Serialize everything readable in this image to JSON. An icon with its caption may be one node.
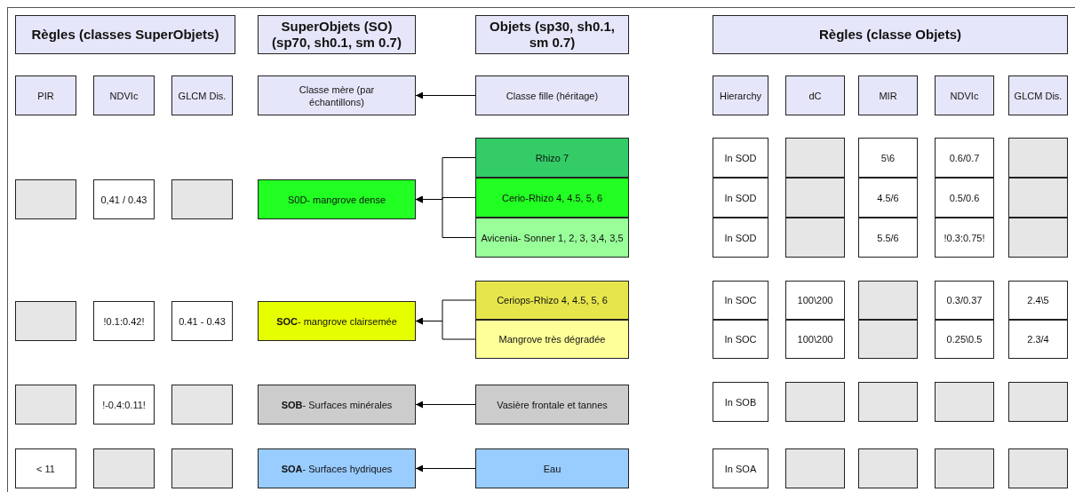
{
  "diagram": {
    "nodes": [
      {
        "text": [
          "Règles (classes SuperObjets)"
        ]
      },
      {
        "text": [
          "SuperObjets (SO) (sp70, sh0.1, sm 0.7)"
        ]
      },
      {
        "text": [
          "Objets (sp30, sh0.1, sm 0.7)"
        ]
      },
      {
        "text": [
          "Règles (classe Objets)"
        ]
      },
      {
        "text": [
          "PIR"
        ]
      },
      {
        "text": [
          "NDVIc"
        ]
      },
      {
        "text": [
          "GLCM Dis."
        ]
      },
      {
        "text": [
          "Classe mère (par échantillons)"
        ]
      },
      {
        "text": [
          "Classe fille (héritage)"
        ]
      },
      {
        "text": [
          "Hierarchy"
        ]
      },
      {
        "text": [
          "dC"
        ]
      },
      {
        "text": [
          "MIR"
        ]
      },
      {
        "text": [
          "NDVIc"
        ]
      },
      {
        "text": [
          "GLCM Dis."
        ]
      },
      {
        "text": [],
        "shape": "box"
      },
      {
        "text": [
          "0,41 / 0.43"
        ]
      },
      {
        "text": [],
        "shape": "box"
      },
      {
        "text": [
          "S0D- mangrove dense"
        ]
      },
      {
        "text": [
          "Rhizo 7"
        ]
      },
      {
        "text": [
          "Cerio-Rhizo 4, 4.5, 5, 6"
        ]
      },
      {
        "text": [
          "Avicenia- Sonner 1, 2, 3, 3,4, 3,5"
        ]
      },
      {
        "text": [
          "In SOD"
        ]
      },
      {
        "text": [],
        "shape": "box"
      },
      {
        "text": [
          "5\\6"
        ]
      },
      {
        "text": [
          "0.6/0.7"
        ]
      },
      {
        "text": [],
        "shape": "box"
      },
      {
        "text": [
          "In SOD"
        ]
      },
      {
        "text": [],
        "shape": "box"
      },
      {
        "text": [
          "4.5/6"
        ]
      },
      {
        "text": [
          "0.5/0.6"
        ]
      },
      {
        "text": [],
        "shape": "box"
      },
      {
        "text": [
          "In SOD"
        ]
      },
      {
        "text": [],
        "shape": "box"
      },
      {
        "text": [
          "5.5/6"
        ]
      },
      {
        "text": [
          "!0.3:0.75!"
        ]
      },
      {
        "text": [],
        "shape": "box"
      },
      {
        "text": [],
        "shape": "box"
      },
      {
        "text": [
          "!0.1:0.42!"
        ]
      },
      {
        "text": [
          "0.41 - 0.43"
        ]
      },
      {
        "text": [
          "**SOC**- mangrove clairsemée"
        ]
      },
      {
        "text": [
          "Ceriops-Rhizo 4, 4.5, 5, 6"
        ]
      },
      {
        "text": [
          "Mangrove très dégradée"
        ]
      },
      {
        "text": [
          "In SOC"
        ]
      },
      {
        "text": [
          "100\\200"
        ]
      },
      {
        "text": [],
        "shape": "box"
      },
      {
        "text": [
          "0.3/0.37"
        ]
      },
      {
        "text": [
          "2.4\\5"
        ]
      },
      {
        "text": [
          "In SOC"
        ]
      },
      {
        "text": [
          "100\\200"
        ]
      },
      {
        "text": [],
        "shape": "box"
      },
      {
        "text": [
          "0.25\\0.5"
        ]
      },
      {
        "text": [
          "2.3/4"
        ]
      },
      {
        "text": [],
        "shape": "box"
      },
      {
        "text": [
          "!-0.4:0.11!"
        ]
      },
      {
        "text": [],
        "shape": "box"
      },
      {
        "text": [
          "**SOB**- Surfaces minérales"
        ]
      },
      {
        "text": [
          "Vasière frontale et tannes"
        ]
      },
      {
        "text": [
          "In SOB"
        ]
      },
      {
        "text": [],
        "shape": "box"
      },
      {
        "text": [],
        "shape": "box"
      },
      {
        "text": [],
        "shape": "box"
      },
      {
        "text": [],
        "shape": "box"
      },
      {
        "text": [
          "< 11"
        ]
      },
      {
        "text": [],
        "shape": "box"
      },
      {
        "text": [],
        "shape": "box"
      },
      {
        "text": [
          "**SOA**- Surfaces hydriques"
        ]
      },
      {
        "text": [
          "Eau"
        ]
      },
      {
        "text": [
          "In SOA"
        ]
      },
      {
        "text": [],
        "shape": "box"
      },
      {
        "text": [],
        "shape": "box"
      },
      {
        "text": [],
        "shape": "box"
      },
      {
        "text": [],
        "shape": "box"
      }
    ],
    "edges": [
      {
        "from": 8,
        "to": 7,
        "arrow": "to"
      },
      {
        "from": 18,
        "to": 17,
        "arrow": "to"
      },
      {
        "from": 19,
        "to": 17,
        "arrow": "to"
      },
      {
        "from": 20,
        "to": 17,
        "arrow": "to"
      },
      {
        "from": 40,
        "to": 39,
        "arrow": "to"
      },
      {
        "from": 41,
        "to": 39,
        "arrow": "to"
      },
      {
        "from": 56,
        "to": 55,
        "arrow": "to"
      },
      {
        "from": 66,
        "to": 65,
        "arrow": "to"
      }
    ]
  }
}
